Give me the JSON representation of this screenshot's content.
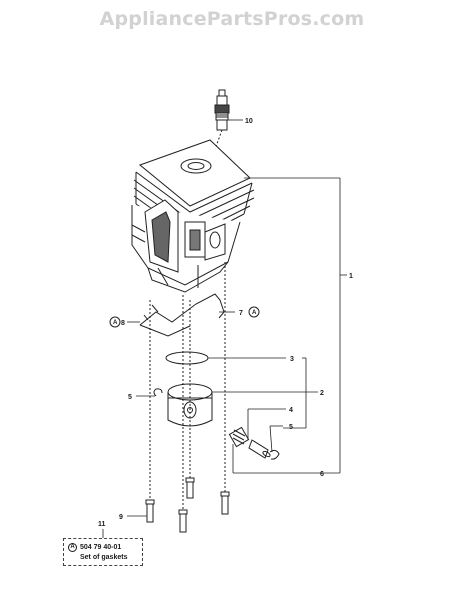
{
  "watermark": "AppliancePartsPros.com",
  "callouts": {
    "c1": "1",
    "c2": "2",
    "c3": "3",
    "c4": "4",
    "c5a": "5",
    "c5b": "5",
    "c6": "6",
    "c7": "7",
    "c8": "8",
    "c9": "9",
    "c10": "10",
    "c11": "11"
  },
  "marker": "A",
  "gasket_kit": {
    "part_number": "504 79 40-01",
    "label": "Set of gaskets"
  }
}
